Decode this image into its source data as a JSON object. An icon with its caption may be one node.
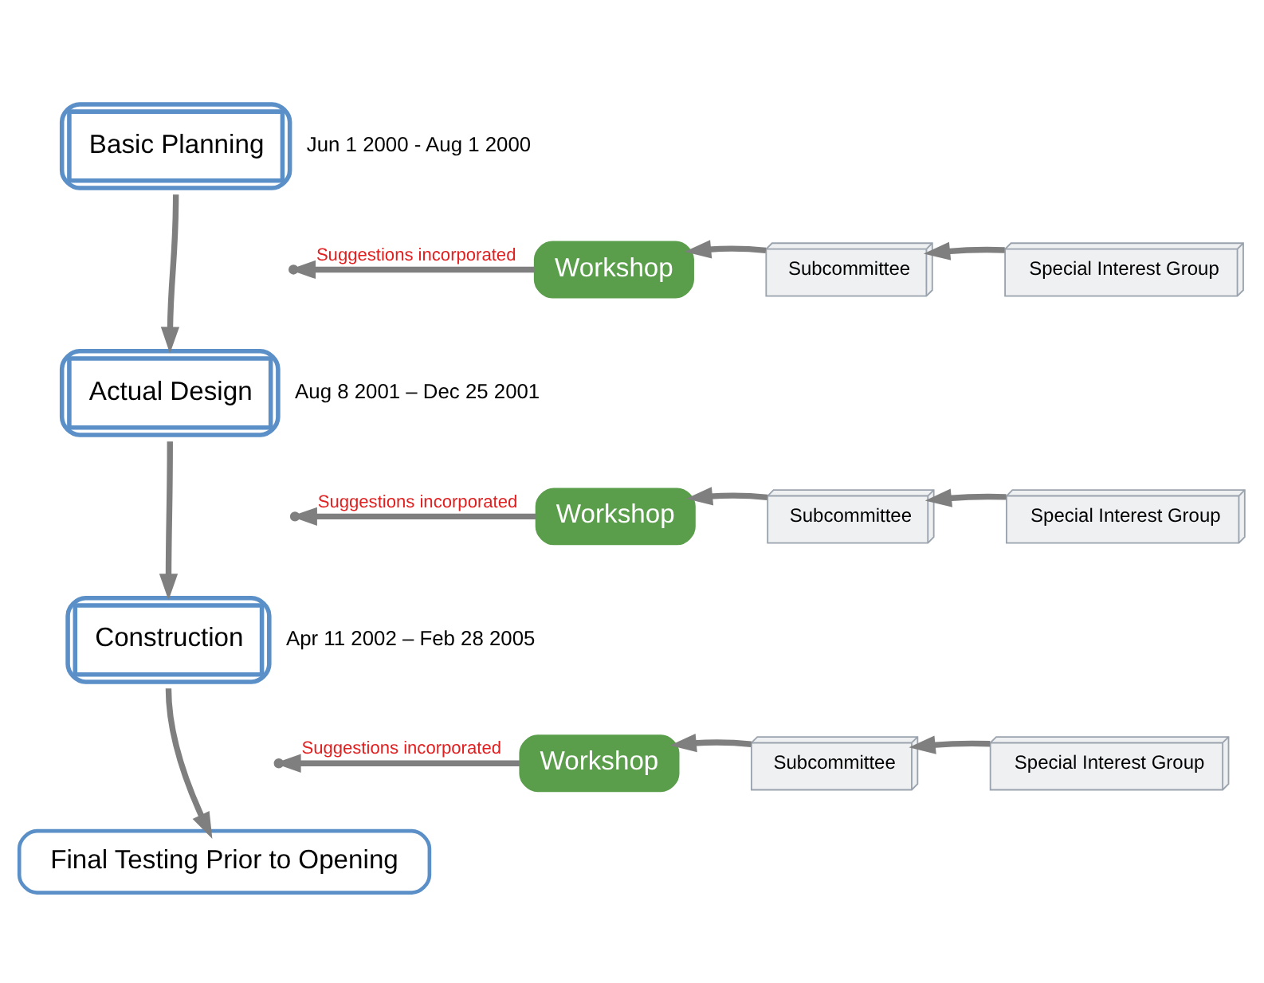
{
  "diagram": {
    "nodes": [
      {
        "text": [
          "Basic Planning"
        ],
        "beside": [
          "Jun 1 2000 - Aug 1 2000"
        ]
      },
      {
        "text": [
          "Workshop"
        ]
      },
      {
        "text": [
          "Subcommittee"
        ]
      },
      {
        "text": [
          "Special Interest Group"
        ]
      },
      {
        "text": [
          "Actual Design"
        ],
        "beside": [
          "Aug 8 2001 – Dec 25 2001"
        ]
      },
      {
        "text": [
          "Workshop"
        ]
      },
      {
        "text": [
          "Subcommittee"
        ]
      },
      {
        "text": [
          "Special Interest Group"
        ]
      },
      {
        "text": [
          "Construction"
        ],
        "beside": [
          "Apr 11 2002 – Feb 28 2005"
        ]
      },
      {
        "text": [
          "Workshop"
        ]
      },
      {
        "text": [
          "Subcommittee"
        ]
      },
      {
        "text": [
          "Special Interest Group"
        ]
      },
      {
        "text": [
          "Final Testing Prior to Opening"
        ]
      }
    ],
    "edges": [
      {
        "from": 0,
        "to": 4,
        "arrow": "to"
      },
      {
        "from": 1,
        "to": null,
        "arrow": "to",
        "label": "Suggestions incorporated"
      },
      {
        "from": 2,
        "to": 1,
        "arrow": "to"
      },
      {
        "from": 3,
        "to": 2,
        "arrow": "to"
      },
      {
        "from": 4,
        "to": 8,
        "arrow": "to"
      },
      {
        "from": 5,
        "to": null,
        "arrow": "to",
        "label": "Suggestions incorporated"
      },
      {
        "from": 6,
        "to": 5,
        "arrow": "to"
      },
      {
        "from": 7,
        "to": 6,
        "arrow": "to"
      },
      {
        "from": 8,
        "to": 12,
        "arrow": "to"
      },
      {
        "from": 9,
        "to": null,
        "arrow": "to",
        "label": "Suggestions incorporated"
      },
      {
        "from": 10,
        "to": 9,
        "arrow": "to"
      },
      {
        "from": 11,
        "to": 10,
        "arrow": "to"
      }
    ]
  }
}
